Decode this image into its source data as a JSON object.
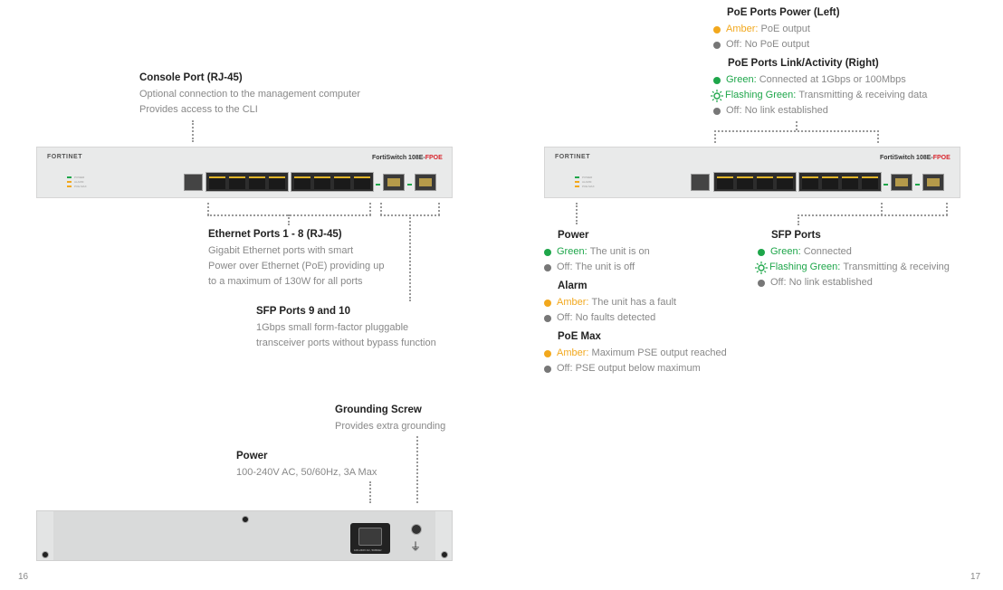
{
  "page_numbers": {
    "left": "16",
    "right": "17"
  },
  "front_panel": {
    "logo": "FORTINET",
    "model_prefix": "FortiSwitch 108E-",
    "model_suffix": "FPOE",
    "led_labels": [
      "POWER",
      "ALARM",
      "POE MAX"
    ]
  },
  "callouts_left": {
    "console": {
      "title": "Console Port (RJ-45)",
      "lines": [
        "Optional connection to the management computer",
        "Provides access to the CLI"
      ]
    },
    "ethernet": {
      "title": "Ethernet Ports 1 - 8 (RJ-45)",
      "lines": [
        "Gigabit Ethernet ports with smart",
        "Power over Ethernet (PoE) providing up",
        "to a maximum of 130W for all ports"
      ]
    },
    "sfp": {
      "title": "SFP Ports 9 and 10",
      "lines": [
        "1Gbps small form-factor pluggable",
        "transceiver ports without bypass function"
      ]
    },
    "grounding": {
      "title": "Grounding Screw",
      "lines": [
        "Provides extra grounding"
      ]
    },
    "power": {
      "title": "Power",
      "lines": [
        "100-240V AC, 50/60Hz, 3A Max"
      ]
    }
  },
  "rear_panel": {
    "socket_label": "100-240V AC, 50/60Hz"
  },
  "callouts_right": {
    "poe_power": {
      "title": "PoE Ports Power (Left)",
      "items": [
        {
          "state": "amber",
          "label": "Amber:",
          "text": "PoE output"
        },
        {
          "state": "off",
          "label": "",
          "text": "Off: No PoE output"
        }
      ]
    },
    "poe_link": {
      "title": "PoE Ports Link/Activity (Right)",
      "items": [
        {
          "state": "green",
          "label": "Green:",
          "text": "Connected at 1Gbps or 100Mbps"
        },
        {
          "state": "flashing",
          "label": "Flashing Green:",
          "text": "Transmitting & receiving data"
        },
        {
          "state": "off",
          "label": "",
          "text": "Off: No link established"
        }
      ]
    },
    "power": {
      "title": "Power",
      "items": [
        {
          "state": "green",
          "label": "Green:",
          "text": "The unit is on"
        },
        {
          "state": "off",
          "label": "",
          "text": "Off: The unit is off"
        }
      ]
    },
    "alarm": {
      "title": "Alarm",
      "items": [
        {
          "state": "amber",
          "label": "Amber:",
          "text": "The unit has a fault"
        },
        {
          "state": "off",
          "label": "",
          "text": "Off: No faults detected"
        }
      ]
    },
    "poe_max": {
      "title": "PoE Max",
      "items": [
        {
          "state": "amber",
          "label": "Amber:",
          "text": "Maximum PSE output reached"
        },
        {
          "state": "off",
          "label": "",
          "text": "Off: PSE output below maximum"
        }
      ]
    },
    "sfp": {
      "title": "SFP Ports",
      "items": [
        {
          "state": "green",
          "label": "Green:",
          "text": "Connected"
        },
        {
          "state": "flashing",
          "label": "Flashing Green:",
          "text": "Transmitting & receiving"
        },
        {
          "state": "off",
          "label": "",
          "text": "Off: No link established"
        }
      ]
    }
  },
  "colors": {
    "green": "#1ea64a",
    "amber": "#f2a81d",
    "off": "#777777",
    "brand_red": "#d8262e"
  }
}
